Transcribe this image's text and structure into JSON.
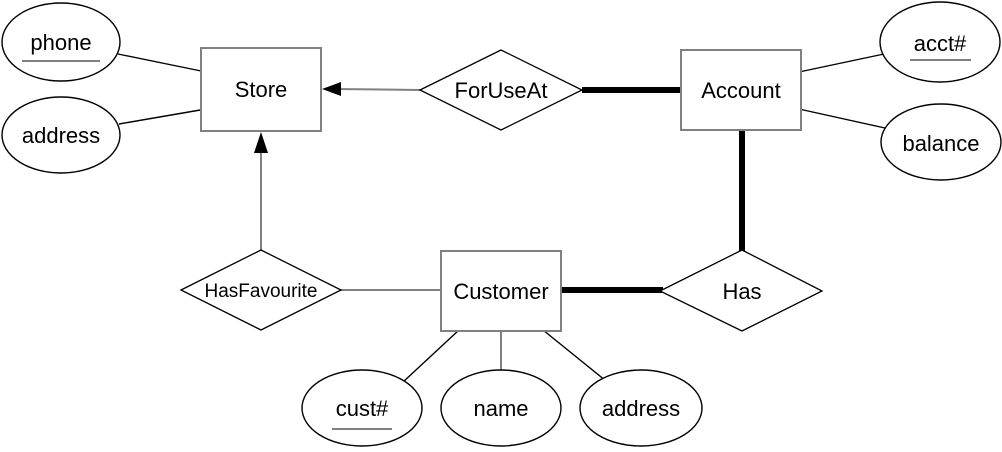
{
  "er": {
    "entities": [
      {
        "label": "Store"
      },
      {
        "label": "Account"
      },
      {
        "label": "Customer"
      }
    ],
    "relationships": [
      {
        "label": "ForUseAt",
        "between": [
          "Store",
          "Account"
        ],
        "arrow_into": "Store",
        "thick_link_side": "Account"
      },
      {
        "label": "Has",
        "between": [
          "Account",
          "Customer"
        ],
        "thick_link_side": "both"
      },
      {
        "label": "HasFavourite",
        "between": [
          "Customer",
          "Store"
        ],
        "arrow_into": "Store"
      }
    ],
    "attributes": [
      {
        "label": "phone",
        "entity": "Store",
        "key": true
      },
      {
        "label": "address",
        "entity": "Store",
        "key": false
      },
      {
        "label": "acct#",
        "entity": "Account",
        "key": true
      },
      {
        "label": "balance",
        "entity": "Account",
        "key": false
      },
      {
        "label": "cust#",
        "entity": "Customer",
        "key": true
      },
      {
        "label": "name",
        "entity": "Customer",
        "key": false
      },
      {
        "label": "address",
        "entity": "Customer",
        "key": false
      }
    ],
    "colors": {
      "entity_border": "#808080",
      "connector": "#808080",
      "shape_outline": "#000000",
      "emphasis_line": "#000000",
      "underline": "#808080",
      "text": "#000000",
      "background": "#ffffff"
    }
  }
}
